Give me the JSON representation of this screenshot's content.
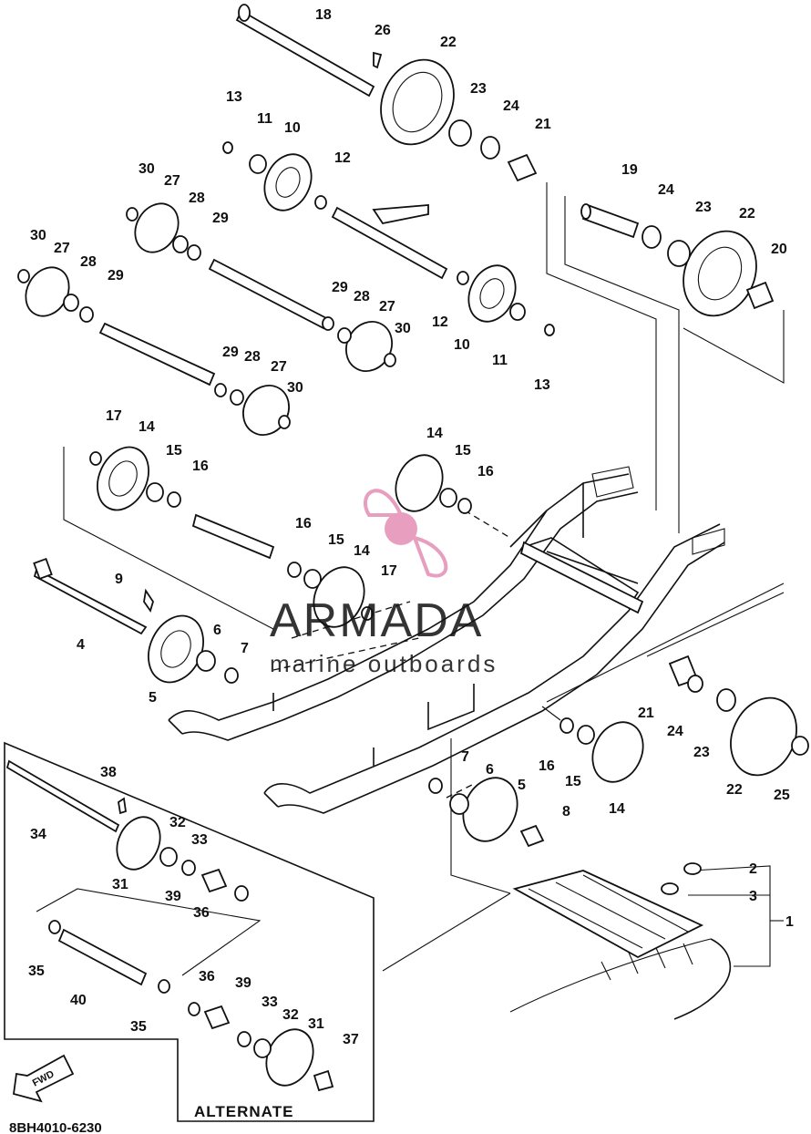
{
  "diagram": {
    "code": "8BH4010-6230",
    "alternate_label": "ALTERNATE",
    "fwd_label": "FWD",
    "watermark": {
      "brand": "ARMADA",
      "tagline": "marine outboards",
      "color": "#e58fb5"
    },
    "callouts": [
      "1",
      "2",
      "3",
      "4",
      "5",
      "5",
      "6",
      "6",
      "7",
      "7",
      "8",
      "9",
      "10",
      "10",
      "11",
      "11",
      "12",
      "12",
      "13",
      "13",
      "14",
      "14",
      "14",
      "14",
      "15",
      "15",
      "15",
      "15",
      "16",
      "16",
      "16",
      "16",
      "17",
      "17",
      "18",
      "19",
      "20",
      "21",
      "21",
      "22",
      "22",
      "22",
      "23",
      "23",
      "23",
      "24",
      "24",
      "24",
      "25",
      "26",
      "27",
      "27",
      "27",
      "27",
      "28",
      "28",
      "28",
      "28",
      "29",
      "29",
      "29",
      "29",
      "30",
      "30",
      "30",
      "30",
      "31",
      "31",
      "32",
      "32",
      "33",
      "33",
      "34",
      "35",
      "35",
      "36",
      "36",
      "37",
      "38",
      "39",
      "39",
      "40"
    ]
  }
}
